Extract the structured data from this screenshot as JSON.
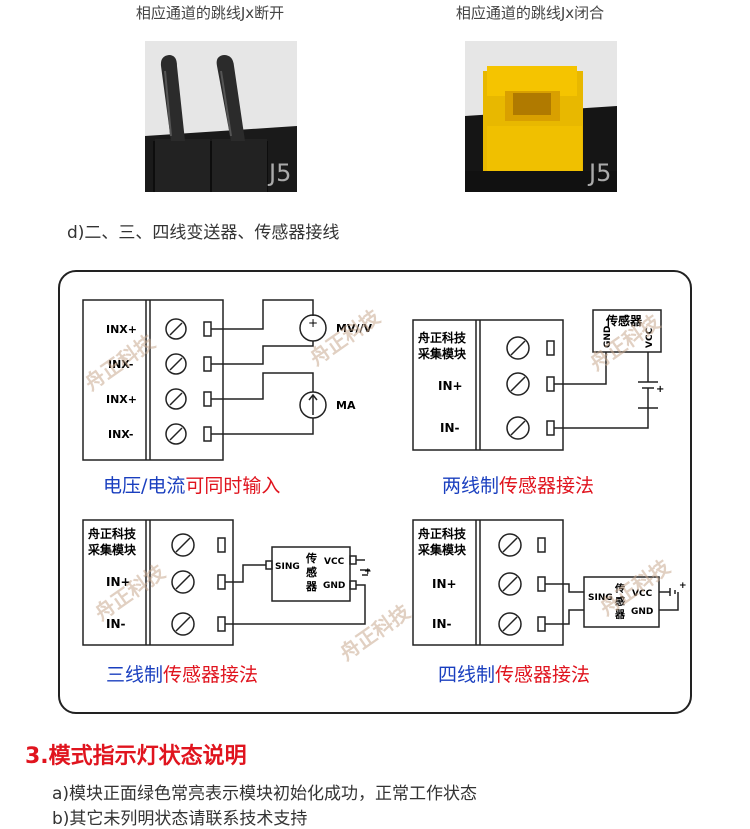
{
  "photos": {
    "open_caption": "相应通道的跳线Jx断开",
    "closed_caption": "相应通道的跳线Jx闭合",
    "board_mark": "J5"
  },
  "section_d": "d)二、三、四线变送器、传感器接线",
  "diagrams": {
    "terminals_a": [
      "INX+",
      "INX-",
      "INX+",
      "INX-"
    ],
    "mv_label": "MV//V",
    "ma_label": "MA",
    "caption_a_blue": "电压/电流",
    "caption_a_red": "可同时输入",
    "module_name_1": "舟正科技",
    "module_name_2": "采集模块",
    "in_plus": "IN+",
    "in_minus": "IN-",
    "sensor_title": "传感器",
    "sensor_gnd": "GND",
    "sensor_vcc": "VCC",
    "sensor_sing": "SING",
    "sensor_char1": "传",
    "sensor_char2": "感",
    "sensor_char3": "器",
    "plus_sign": "+",
    "caption_b_blue": "两线制",
    "caption_b_red": "传感器接法",
    "caption_c_blue": "三线制",
    "caption_c_red": "传感器接法",
    "caption_d_blue": "四线制",
    "caption_d_red": "传感器接法",
    "watermark": "舟正科技"
  },
  "section3": {
    "heading": "3.模式指示灯状态说明",
    "line_a": "a)模块正面绿色常亮表示模块初始化成功，正常工作状态",
    "line_b": "b)其它未列明状态请联系技术支持"
  },
  "colors": {
    "blue": "#1a3fbf",
    "red": "#e0141e",
    "jumper_yellow": "#f5c400"
  }
}
